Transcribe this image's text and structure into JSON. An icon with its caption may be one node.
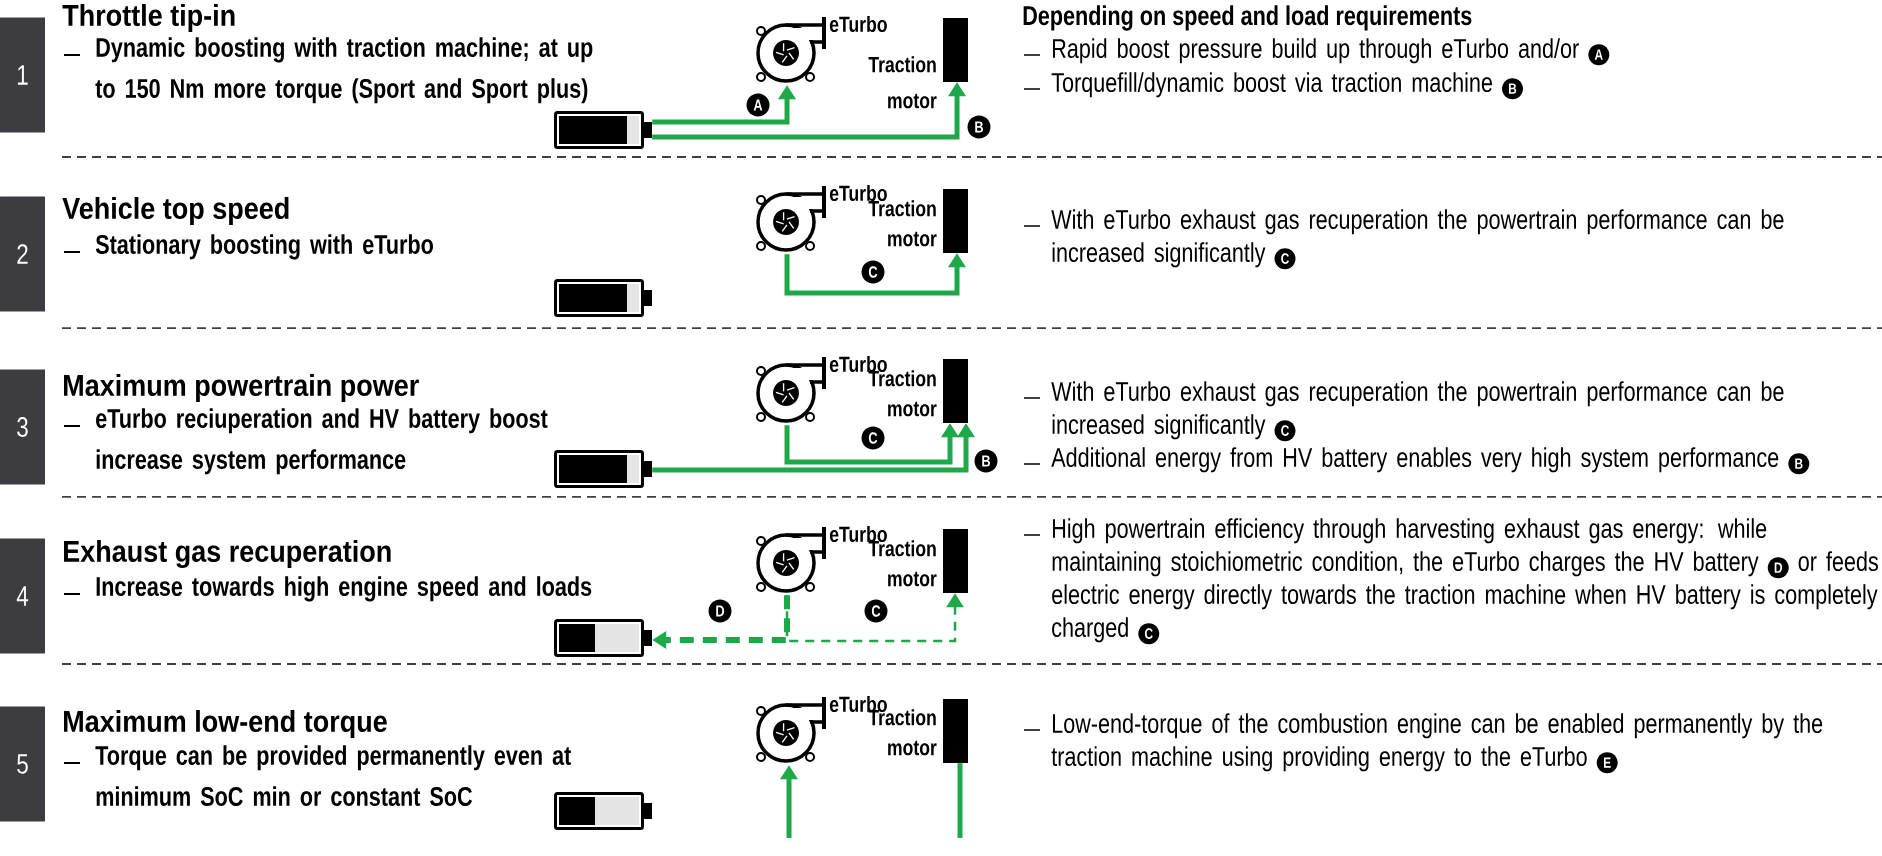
{
  "diagram": {
    "nodes": [
      {
        "text": [
          "1"
        ]
      },
      {
        "text": [],
        "shape": "battery"
      },
      {
        "text": [],
        "shape": "turbine",
        "beside": [
          "eTurbo"
        ]
      },
      {
        "text": [],
        "shape": "bar",
        "beside": [
          "Traction motor"
        ]
      },
      {
        "text": [
          "2"
        ]
      },
      {
        "text": [],
        "shape": "battery"
      },
      {
        "text": [],
        "shape": "turbine",
        "beside": [
          "eTurbo"
        ]
      },
      {
        "text": [],
        "shape": "bar",
        "beside": [
          "Traction motor"
        ]
      },
      {
        "text": [
          "3"
        ]
      },
      {
        "text": [],
        "shape": "battery"
      },
      {
        "text": [],
        "shape": "turbine",
        "beside": [
          "eTurbo"
        ]
      },
      {
        "text": [],
        "shape": "bar",
        "beside": [
          "Traction motor"
        ]
      },
      {
        "text": [
          "4"
        ]
      },
      {
        "text": [],
        "shape": "battery"
      },
      {
        "text": [],
        "shape": "turbine",
        "beside": [
          "eTurbo"
        ]
      },
      {
        "text": [],
        "shape": "bar",
        "beside": [
          "Traction motor"
        ]
      },
      {
        "text": [
          "5"
        ]
      },
      {
        "text": [],
        "shape": "battery"
      },
      {
        "text": [],
        "shape": "turbine",
        "beside": [
          "eTurbo"
        ]
      },
      {
        "text": [],
        "shape": "bar",
        "beside": [
          "Traction motor"
        ]
      }
    ],
    "edges": [
      {
        "from": 1,
        "to": 2,
        "arrow": "to",
        "label": "A"
      },
      {
        "from": 1,
        "to": 3,
        "arrow": "to",
        "label": "B"
      },
      {
        "from": 6,
        "to": 7,
        "arrow": "to",
        "label": "C"
      },
      {
        "from": 10,
        "to": 11,
        "arrow": "to",
        "label": "C"
      },
      {
        "from": 9,
        "to": 11,
        "arrow": "to",
        "label": "B"
      },
      {
        "from": 14,
        "to": 13,
        "arrow": "to",
        "label": "D",
        "style": "dashed"
      },
      {
        "from": 14,
        "to": 15,
        "arrow": "to",
        "label": "C",
        "style": "dashed"
      },
      {
        "from": null,
        "to": 18,
        "arrow": "to"
      },
      {
        "from": 19,
        "to": null,
        "arrow": "none"
      }
    ],
    "labels": [
      "Throttle tip-in",
      "Dynamic boosting with traction machine; at up to 150 Nm more torque (Sport and Sport plus)",
      "Depending on speed and load requirements",
      "Rapid boost pressure build up through eTurbo and/or",
      "A",
      "Torquefill/dynamic boost via traction machine",
      "B",
      "Vehicle top speed",
      "Stationary boosting with eTurbo",
      "With eTurbo exhaust gas recuperation the powertrain performance can be increased significantly",
      "C",
      "Maximum powertrain power",
      "eTurbo reciuperation and HV battery boost increase system performance",
      "With eTurbo exhaust gas recuperation the powertrain performance can be increased significantly",
      "C",
      "Additional energy from HV battery enables very high system performance",
      "B",
      "Exhaust gas recuperation",
      "Increase towards high engine speed and loads",
      "High powertrain efficiency through harvesting exhaust gas energy: while maintaining stoichiometric condition, the eTurbo charges the HV battery",
      "D",
      "or feeds electric energy directly towards the traction machine when HV battery is completely charged",
      "C",
      "Maximum low-end torque",
      "Torque can be provided permanently even at minimum SoC min or constant SoC",
      "Low-end-torque of the combustion engine can be enabled permanently by the traction machine using providing energy to the eTurbo",
      "E"
    ]
  }
}
